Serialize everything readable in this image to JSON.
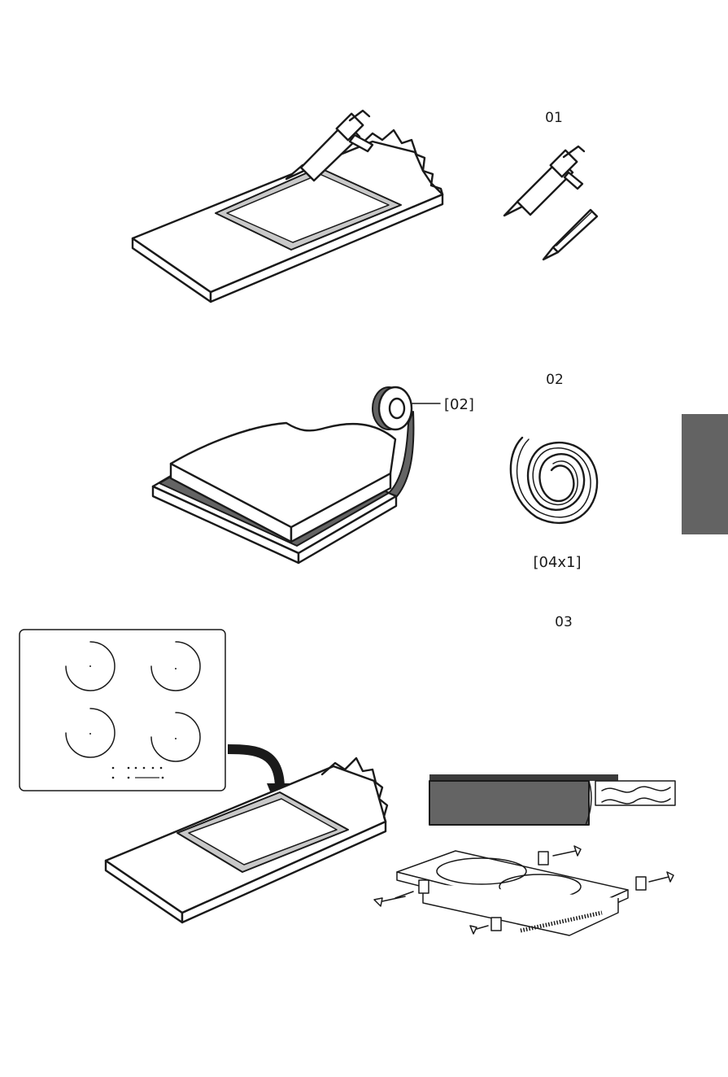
{
  "steps": [
    {
      "number": "01"
    },
    {
      "number": "02",
      "part_label": "[02]",
      "kit_label": "[04x1]"
    },
    {
      "number": "03"
    }
  ],
  "side_tab": {
    "color": "#636363"
  },
  "colors": {
    "line": "#1a1a1a",
    "seal": "#646464",
    "sealant": "#c9c9c9"
  },
  "icons": [
    "caulking-gun-icon",
    "pencil-icon",
    "tape-roll-icon",
    "sealing-strip-coil-icon",
    "arrow-down-icon",
    "screw-icon",
    "bracket-icon"
  ]
}
